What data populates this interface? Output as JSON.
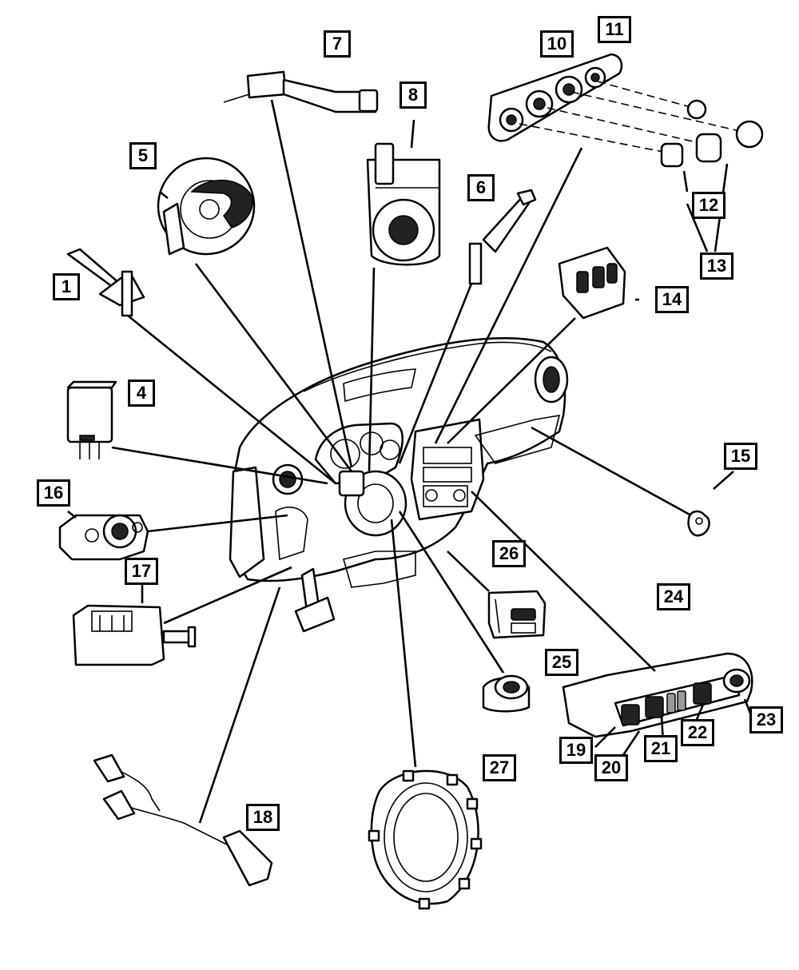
{
  "callouts": {
    "c1": "1",
    "c4": "4",
    "c5": "5",
    "c6": "6",
    "c7": "7",
    "c8": "8",
    "c10": "10",
    "c11": "11",
    "c12": "12",
    "c13": "13",
    "c14": "14",
    "c15": "15",
    "c16": "16",
    "c17": "17",
    "c18": "18",
    "c19": "19",
    "c20": "20",
    "c21": "21",
    "c22": "22",
    "c23": "23",
    "c24": "24",
    "c25": "25",
    "c26": "26",
    "c27": "27"
  }
}
